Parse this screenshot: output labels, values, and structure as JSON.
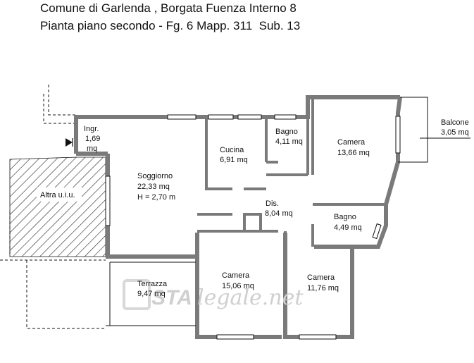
{
  "title": {
    "line1": "Comune di Garlenda , Borgata Fuenza Interno 8",
    "line2": "Pianta piano secondo - Fg. 6 Mapp. 311  Sub. 13"
  },
  "rooms": {
    "ingresso": {
      "name": "Ingr.",
      "area": "1,69",
      "unit": "mq"
    },
    "soggiorno": {
      "name": "Soggiorno",
      "area": "22,33 mq",
      "height": "H = 2,70 m"
    },
    "cucina": {
      "name": "Cucina",
      "area": "6,91 mq"
    },
    "bagno1": {
      "name": "Bagno",
      "area": "4,11 mq"
    },
    "camera1": {
      "name": "Camera",
      "area": "13,66 mq"
    },
    "balcone": {
      "name": "Balcone",
      "area": "3,05 mq"
    },
    "disimpegno": {
      "name": "Dis.",
      "area": "8,04 mq"
    },
    "bagno2": {
      "name": "Bagno",
      "area": "4,49 mq"
    },
    "altra": {
      "name": "Altra u.i.u."
    },
    "terrazza": {
      "name": "Terrazza",
      "area": "9,47 mq"
    },
    "camera2": {
      "name": "Camera",
      "area": "15,06 mq"
    },
    "camera3": {
      "name": "Camera",
      "area": "11,76 mq"
    }
  },
  "watermark": {
    "brand": "STA",
    "suffix": "legale.net"
  },
  "colors": {
    "wall": "#7a7a7a",
    "line": "#111111",
    "hatch": "#222222",
    "watermark": "#cfcfcf"
  }
}
